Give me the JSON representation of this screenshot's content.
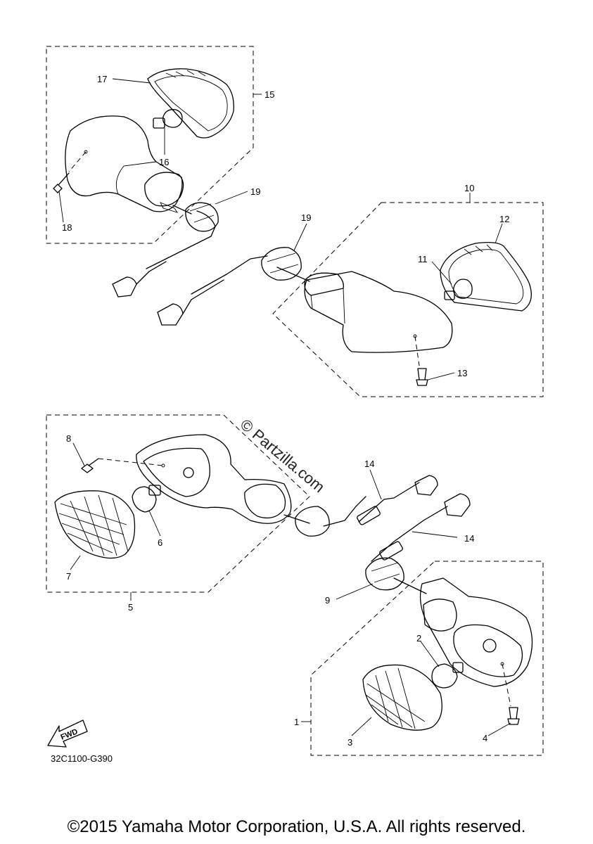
{
  "callouts": {
    "c1": "1",
    "c2": "2",
    "c3": "3",
    "c4": "4",
    "c5": "5",
    "c6": "6",
    "c7": "7",
    "c8": "8",
    "c9": "9",
    "c10": "10",
    "c11": "11",
    "c12": "12",
    "c13": "13",
    "c14a": "14",
    "c14b": "14",
    "c15": "15",
    "c16": "16",
    "c17": "17",
    "c18": "18",
    "c19a": "19",
    "c19b": "19"
  },
  "watermark": "© Partzilla.com",
  "fwd_label": "FWD",
  "diagram_code": "32C1100-G390",
  "copyright": "©2015 Yamaha Motor Corporation, U.S.A. All rights reserved."
}
